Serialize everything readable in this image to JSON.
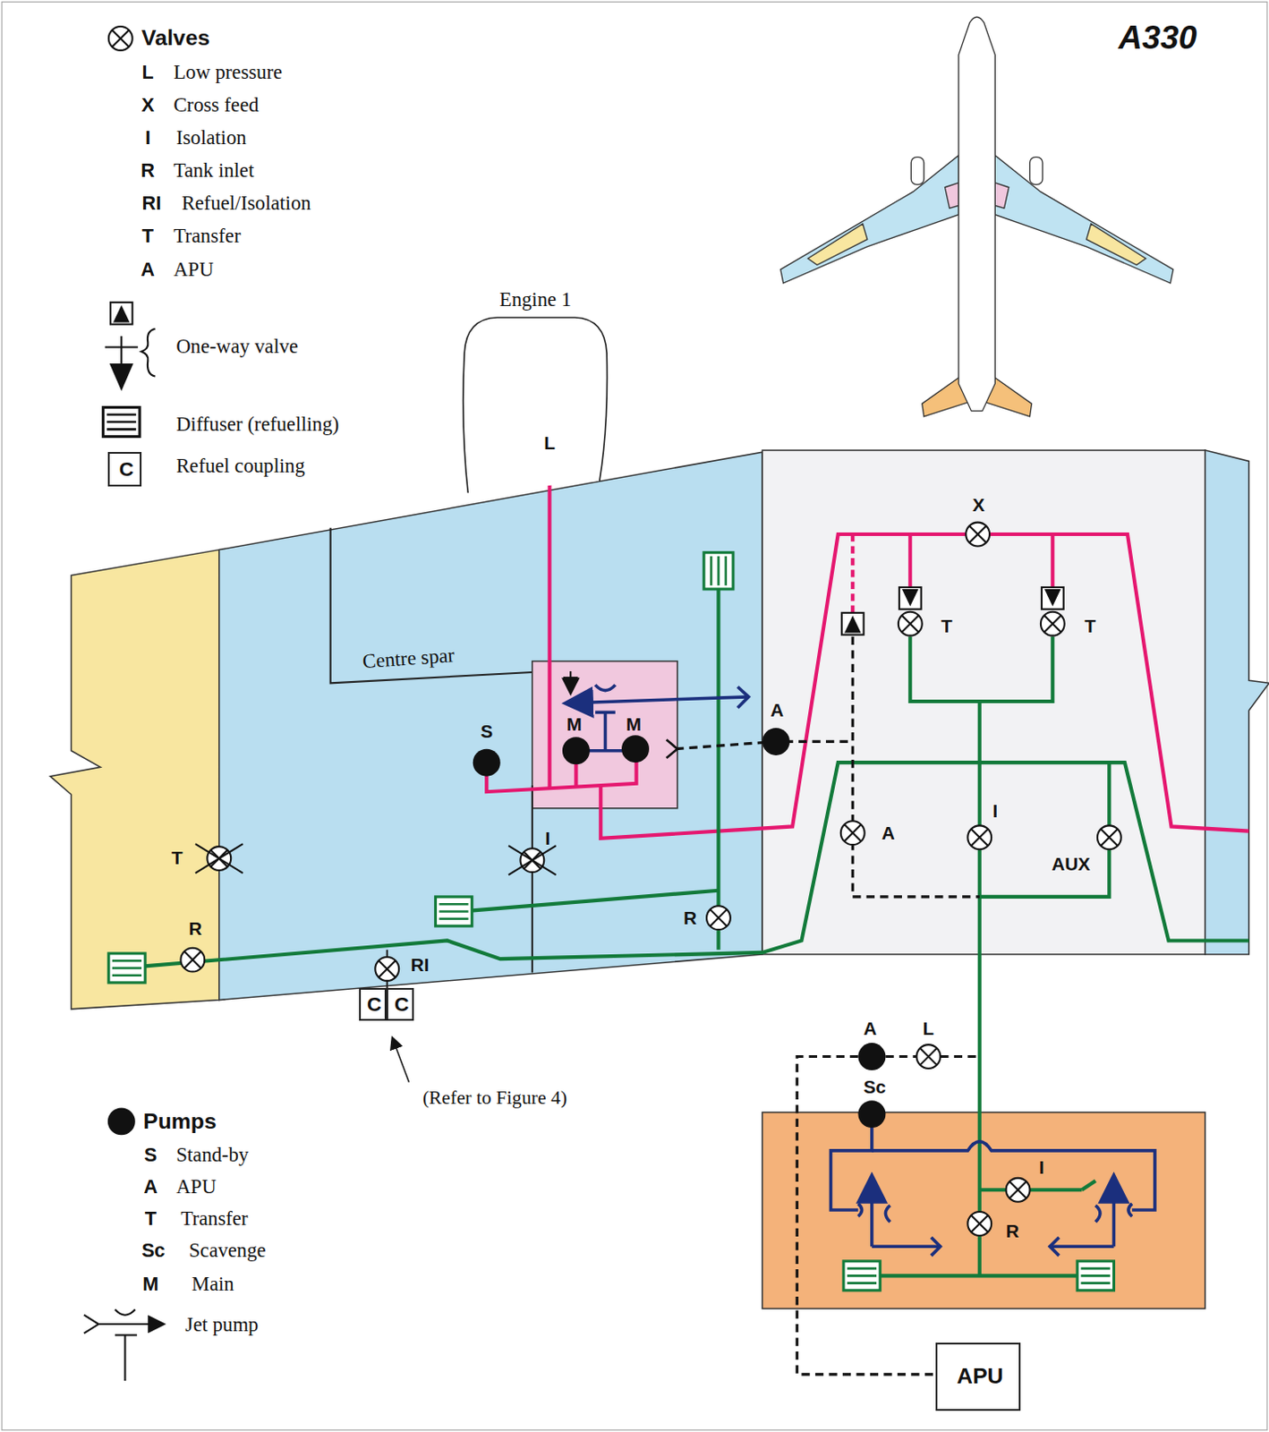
{
  "diagram": {
    "nodes": [
      {
        "text": [
          "C"
        ]
      },
      {
        "text": [
          "Engine 1"
        ]
      },
      {
        "text": [
          "C"
        ]
      },
      {
        "text": [
          "C"
        ]
      },
      {
        "text": [
          "APU"
        ]
      }
    ],
    "labels": [
      "A330",
      "Valves",
      "L",
      "X",
      "I",
      "R",
      "RI",
      "T",
      "A",
      "Pumps",
      "S",
      "A",
      "T",
      "Sc",
      "M",
      "Centre spar",
      "(Refer to Figure 4)",
      "L",
      "X",
      "T",
      "T",
      "A",
      "A",
      "I",
      "AUX",
      "T",
      "R",
      "I",
      "R",
      "RI",
      "S",
      "M",
      "M",
      "A",
      "L",
      "Sc",
      "I",
      "R"
    ],
    "legend": [
      {
        "text": "Low pressure"
      },
      {
        "text": "Cross feed"
      },
      {
        "text": "Isolation"
      },
      {
        "text": "Tank inlet"
      },
      {
        "text": "Refuel/Isolation"
      },
      {
        "text": "Transfer"
      },
      {
        "text": "APU"
      },
      {
        "text": "One-way valve"
      },
      {
        "text": "Diffuser (refuelling)"
      },
      {
        "text": "Refuel coupling"
      },
      {
        "text": "Stand-by"
      },
      {
        "text": "APU"
      },
      {
        "text": "Transfer"
      },
      {
        "text": "Scavenge"
      },
      {
        "text": "Main"
      },
      {
        "text": "Jet pump"
      }
    ]
  }
}
